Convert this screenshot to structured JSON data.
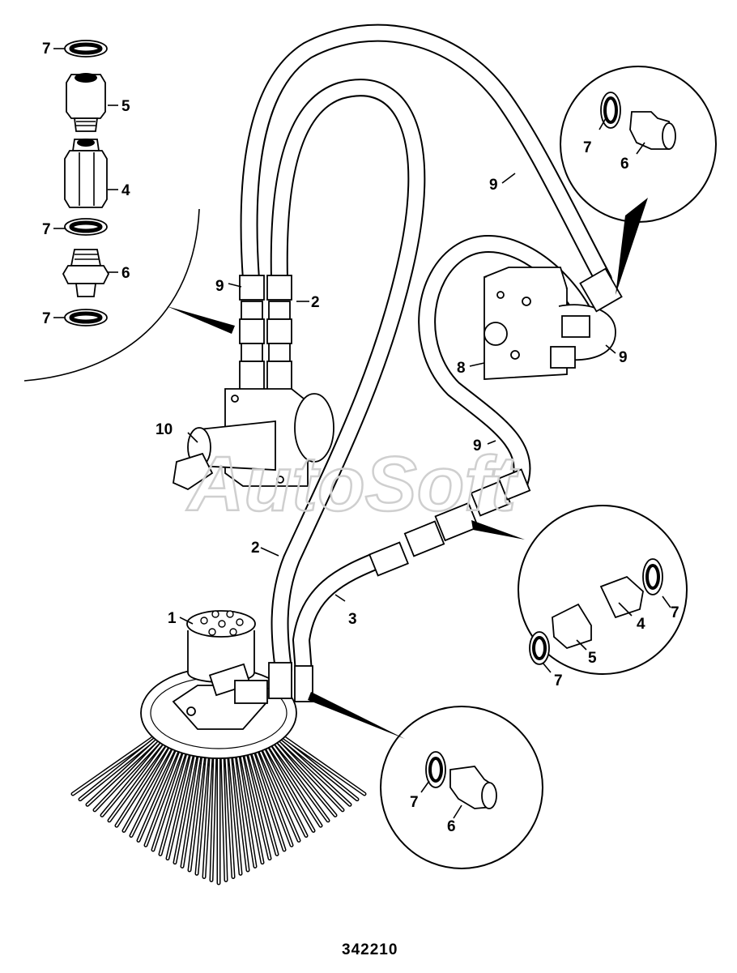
{
  "diagram": {
    "reference_number": "342210",
    "watermark": "AutoSoft",
    "callouts": {
      "c1": "1",
      "c2a": "2",
      "c2b": "2",
      "c3": "3",
      "c4a": "4",
      "c4b": "4",
      "c5a": "5",
      "c5b": "5",
      "c6a": "6",
      "c6b": "6",
      "c6c": "6",
      "c7a": "7",
      "c7b": "7",
      "c7c": "7",
      "c7d": "7",
      "c7e": "7",
      "c7f": "7",
      "c7g": "7",
      "c8": "8",
      "c9a": "9",
      "c9b": "9",
      "c9c": "9",
      "c9d": "9",
      "c10": "10"
    }
  }
}
